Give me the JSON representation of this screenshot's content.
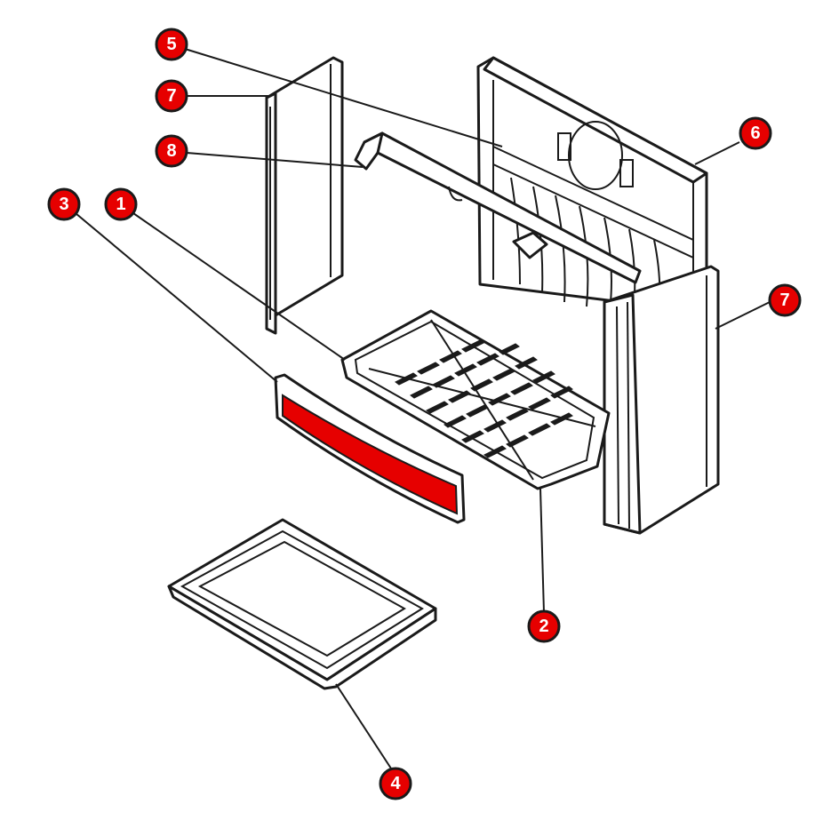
{
  "diagram": {
    "callouts": [
      {
        "id": "callout-1",
        "label": "1"
      },
      {
        "id": "callout-2",
        "label": "2"
      },
      {
        "id": "callout-3",
        "label": "3"
      },
      {
        "id": "callout-4",
        "label": "4"
      },
      {
        "id": "callout-5",
        "label": "5"
      },
      {
        "id": "callout-6",
        "label": "6"
      },
      {
        "id": "callout-7a",
        "label": "7"
      },
      {
        "id": "callout-7b",
        "label": "7"
      },
      {
        "id": "callout-8",
        "label": "8"
      }
    ],
    "colors": {
      "highlight": "#e60000",
      "line": "#1a1a1a",
      "background": "#ffffff"
    }
  }
}
